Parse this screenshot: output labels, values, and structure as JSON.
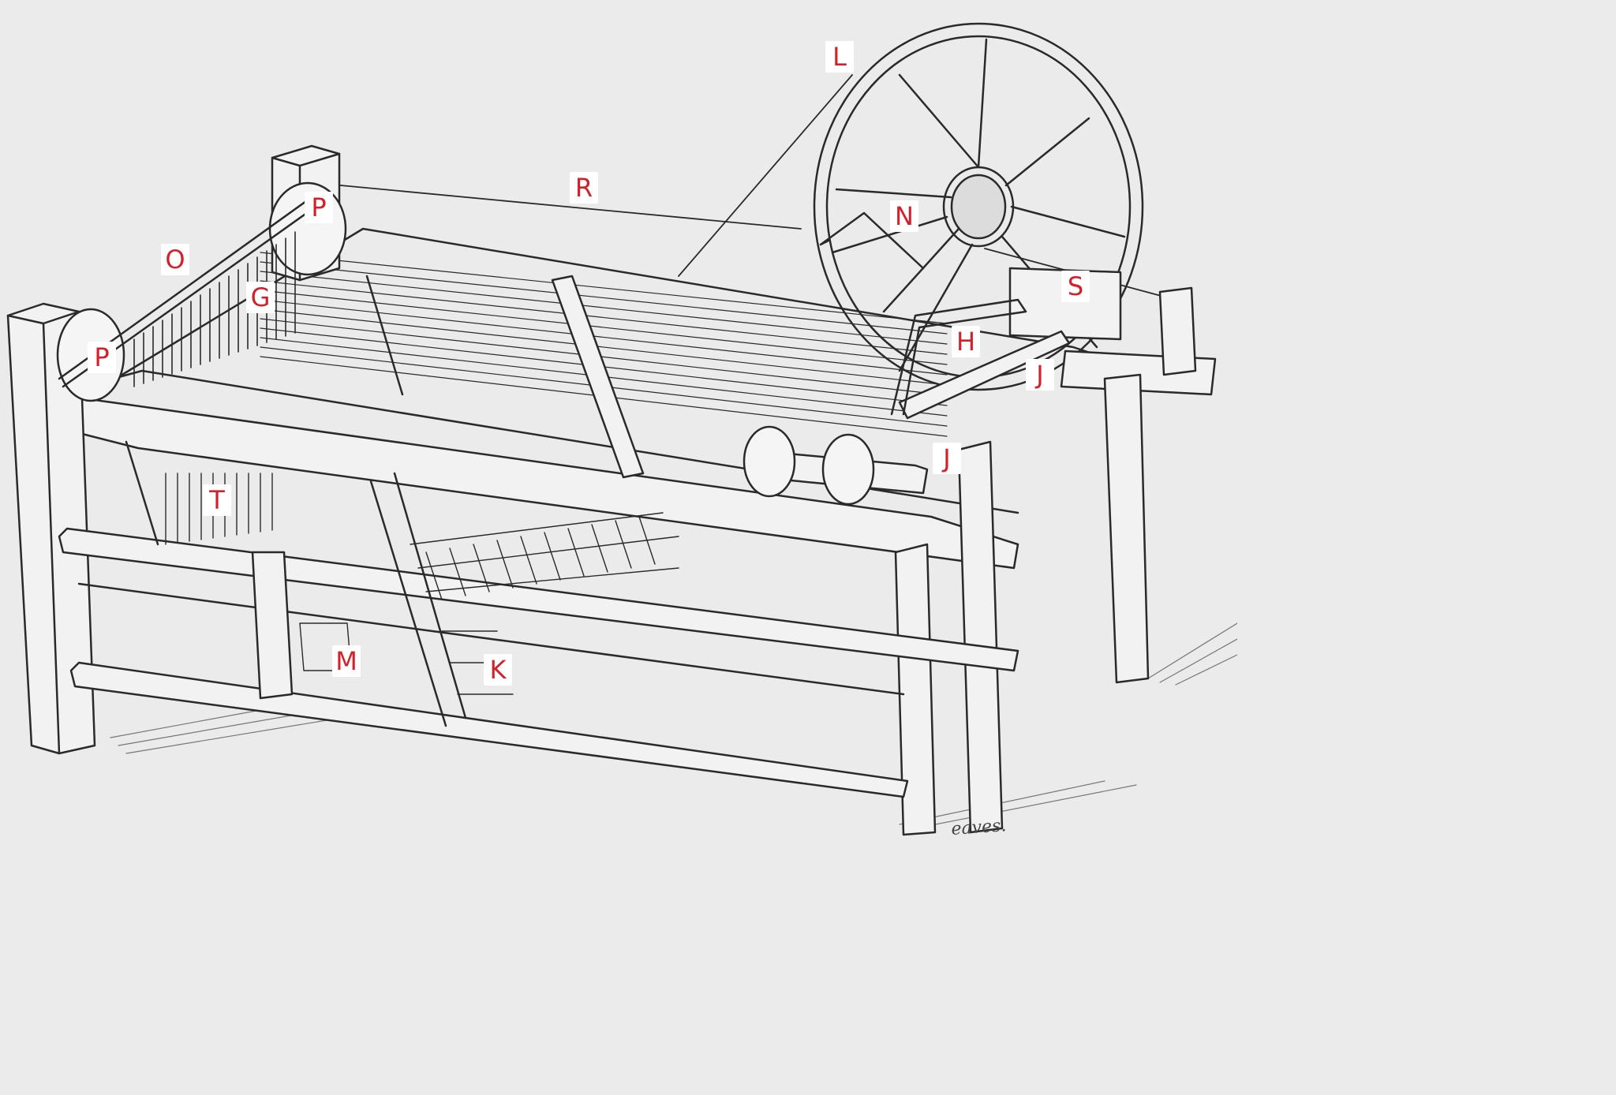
{
  "labels": {
    "L": "L",
    "R": "R",
    "P_top": "P",
    "N": "N",
    "O": "O",
    "S": "S",
    "G": "G",
    "H": "H",
    "P_left": "P",
    "J_upper": "J",
    "J_lower": "J",
    "T": "T",
    "M": "M",
    "K": "K"
  },
  "caption": "eaves.",
  "colors": {
    "background": "#ebebeb",
    "ink": "#2a2a2a",
    "label_text": "#d4202a",
    "label_bg": "#ffffff"
  }
}
